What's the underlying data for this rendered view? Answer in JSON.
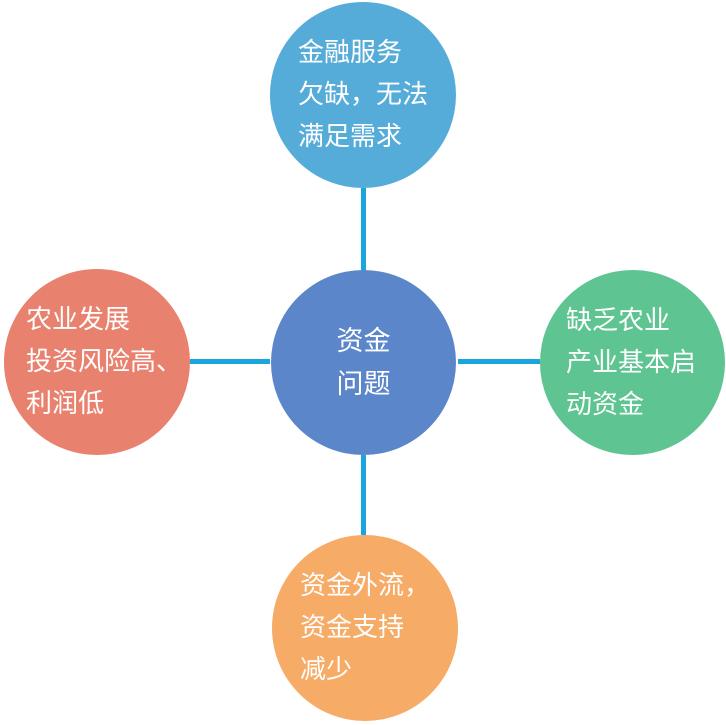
{
  "colors": {
    "connector": "#1aa5de",
    "center": "#5b86c9",
    "top": "#56acd9",
    "right": "#5ec491",
    "bottom": "#f6ab66",
    "left": "#e9816f"
  },
  "nodes": {
    "center": {
      "lines": [
        "资金",
        "问题"
      ]
    },
    "top": {
      "lines": [
        "金融服务",
        "欠缺，无法",
        "满足需求"
      ]
    },
    "right": {
      "lines": [
        "缺乏农业",
        "产业基本启",
        "动资金"
      ]
    },
    "bottom": {
      "lines": [
        "资金外流，",
        "资金支持",
        "减少"
      ]
    },
    "left": {
      "lines": [
        "农业发展",
        "投资风险高、",
        "利润低"
      ]
    }
  }
}
